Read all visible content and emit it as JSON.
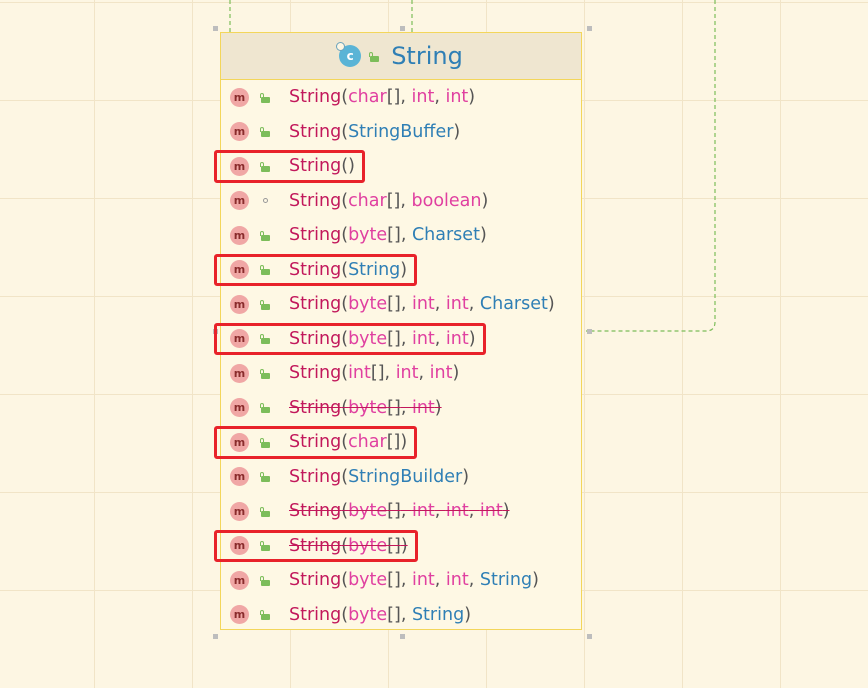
{
  "diagram": {
    "class_name": "String",
    "class_icon": "class-icon",
    "colors": {
      "name": "#c2185b",
      "keyword": "#e040a0",
      "type": "#2f7fb5",
      "highlight": "#e8222a",
      "connector": "#7cbd5a"
    },
    "members": [
      {
        "params": [
          {
            "t": "char",
            "k": "kw"
          },
          {
            "t": "[]",
            "k": "punct"
          },
          {
            "t": ", ",
            "k": "punct"
          },
          {
            "t": "int",
            "k": "kw"
          },
          {
            "t": ", ",
            "k": "punct"
          },
          {
            "t": "int",
            "k": "kw"
          }
        ],
        "visibility": "public",
        "deprecated": false,
        "highlighted": false
      },
      {
        "params": [
          {
            "t": "StringBuffer",
            "k": "type"
          }
        ],
        "visibility": "public",
        "deprecated": false,
        "highlighted": false
      },
      {
        "params": [],
        "visibility": "public",
        "deprecated": false,
        "highlighted": true
      },
      {
        "params": [
          {
            "t": "char",
            "k": "kw"
          },
          {
            "t": "[]",
            "k": "punct"
          },
          {
            "t": ", ",
            "k": "punct"
          },
          {
            "t": "boolean",
            "k": "kw"
          }
        ],
        "visibility": "package",
        "deprecated": false,
        "highlighted": false
      },
      {
        "params": [
          {
            "t": "byte",
            "k": "kw"
          },
          {
            "t": "[]",
            "k": "punct"
          },
          {
            "t": ", ",
            "k": "punct"
          },
          {
            "t": "Charset",
            "k": "type"
          }
        ],
        "visibility": "public",
        "deprecated": false,
        "highlighted": false
      },
      {
        "params": [
          {
            "t": "String",
            "k": "type"
          }
        ],
        "visibility": "public",
        "deprecated": false,
        "highlighted": true
      },
      {
        "params": [
          {
            "t": "byte",
            "k": "kw"
          },
          {
            "t": "[]",
            "k": "punct"
          },
          {
            "t": ", ",
            "k": "punct"
          },
          {
            "t": "int",
            "k": "kw"
          },
          {
            "t": ", ",
            "k": "punct"
          },
          {
            "t": "int",
            "k": "kw"
          },
          {
            "t": ", ",
            "k": "punct"
          },
          {
            "t": "Charset",
            "k": "type"
          }
        ],
        "visibility": "public",
        "deprecated": false,
        "highlighted": false
      },
      {
        "params": [
          {
            "t": "byte",
            "k": "kw"
          },
          {
            "t": "[]",
            "k": "punct"
          },
          {
            "t": ", ",
            "k": "punct"
          },
          {
            "t": "int",
            "k": "kw"
          },
          {
            "t": ", ",
            "k": "punct"
          },
          {
            "t": "int",
            "k": "kw"
          }
        ],
        "visibility": "public",
        "deprecated": false,
        "highlighted": true
      },
      {
        "params": [
          {
            "t": "int",
            "k": "kw"
          },
          {
            "t": "[]",
            "k": "punct"
          },
          {
            "t": ", ",
            "k": "punct"
          },
          {
            "t": "int",
            "k": "kw"
          },
          {
            "t": ", ",
            "k": "punct"
          },
          {
            "t": "int",
            "k": "kw"
          }
        ],
        "visibility": "public",
        "deprecated": false,
        "highlighted": false
      },
      {
        "params": [
          {
            "t": "byte",
            "k": "kw"
          },
          {
            "t": "[]",
            "k": "punct"
          },
          {
            "t": ", ",
            "k": "punct"
          },
          {
            "t": "int",
            "k": "kw"
          }
        ],
        "visibility": "public",
        "deprecated": true,
        "highlighted": false
      },
      {
        "params": [
          {
            "t": "char",
            "k": "kw"
          },
          {
            "t": "[]",
            "k": "punct"
          }
        ],
        "visibility": "public",
        "deprecated": false,
        "highlighted": true
      },
      {
        "params": [
          {
            "t": "StringBuilder",
            "k": "type"
          }
        ],
        "visibility": "public",
        "deprecated": false,
        "highlighted": false
      },
      {
        "params": [
          {
            "t": "byte",
            "k": "kw"
          },
          {
            "t": "[]",
            "k": "punct"
          },
          {
            "t": ", ",
            "k": "punct"
          },
          {
            "t": "int",
            "k": "kw"
          },
          {
            "t": ", ",
            "k": "punct"
          },
          {
            "t": "int",
            "k": "kw"
          },
          {
            "t": ", ",
            "k": "punct"
          },
          {
            "t": "int",
            "k": "kw"
          }
        ],
        "visibility": "public",
        "deprecated": true,
        "highlighted": false
      },
      {
        "params": [
          {
            "t": "byte",
            "k": "kw"
          },
          {
            "t": "[]",
            "k": "punct"
          }
        ],
        "visibility": "public",
        "deprecated": true,
        "highlighted": true
      },
      {
        "params": [
          {
            "t": "byte",
            "k": "kw"
          },
          {
            "t": "[]",
            "k": "punct"
          },
          {
            "t": ", ",
            "k": "punct"
          },
          {
            "t": "int",
            "k": "kw"
          },
          {
            "t": ", ",
            "k": "punct"
          },
          {
            "t": "int",
            "k": "kw"
          },
          {
            "t": ", ",
            "k": "punct"
          },
          {
            "t": "String",
            "k": "type"
          }
        ],
        "visibility": "public",
        "deprecated": false,
        "highlighted": false
      },
      {
        "params": [
          {
            "t": "byte",
            "k": "kw"
          },
          {
            "t": "[]",
            "k": "punct"
          },
          {
            "t": ", ",
            "k": "punct"
          },
          {
            "t": "String",
            "k": "type"
          }
        ],
        "visibility": "public",
        "deprecated": false,
        "highlighted": false
      }
    ],
    "member_name": "String",
    "member_icon_letter": "m",
    "class_icon_letter": "c",
    "open_paren": "(",
    "close_paren": ")"
  }
}
